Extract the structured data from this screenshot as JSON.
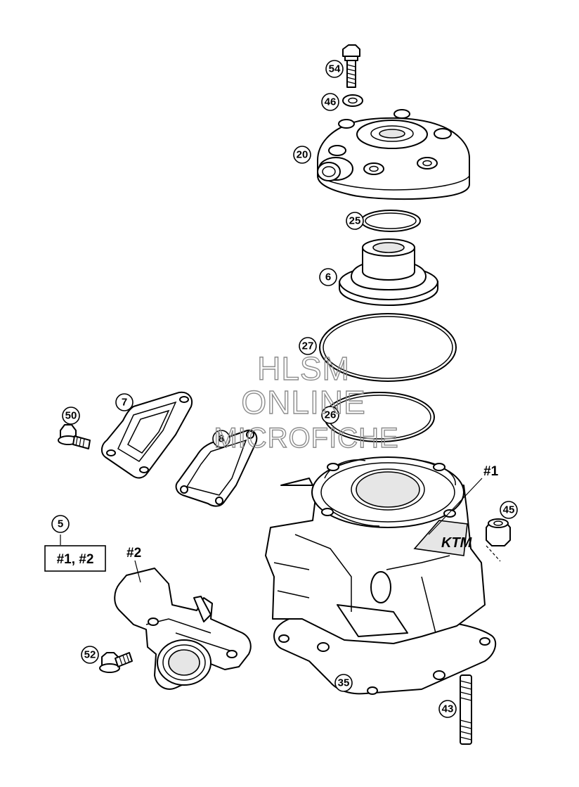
{
  "watermark": [
    "HLSM",
    "ONLINE",
    "MICROFICHE"
  ],
  "callouts": {
    "c54": "54",
    "c46": "46",
    "c20": "20",
    "c25": "25",
    "c6": "6",
    "c27": "27",
    "c26": "26",
    "c7": "7",
    "c50": "50",
    "c8": "8",
    "c5": "5",
    "c45": "45",
    "c52": "52",
    "c35": "35",
    "c43": "43"
  },
  "tags": {
    "assembly1": "#1",
    "assembly2": "#2",
    "kit_box": "#1, #2"
  },
  "logo_text": "KTM"
}
